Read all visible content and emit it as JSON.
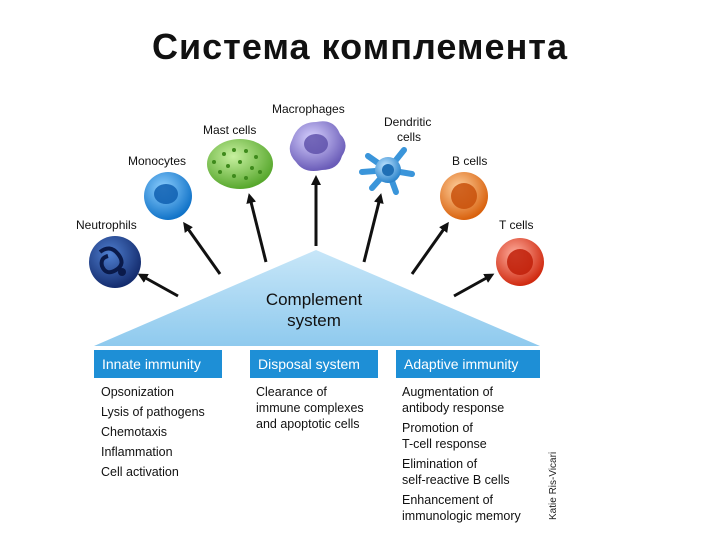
{
  "title": "Система комплемента",
  "triangle": {
    "line1": "Complement",
    "line2": "system"
  },
  "cells": {
    "neutrophils": "Neutrophils",
    "monocytes": "Monocytes",
    "mast_cells": "Mast cells",
    "macrophages": "Macrophages",
    "dendritic_line1": "Dendritic",
    "dendritic_line2": "cells",
    "b_cells": "B cells",
    "t_cells": "T cells"
  },
  "columns": [
    {
      "header": "Innate immunity",
      "items": [
        "Opsonization",
        "Lysis of pathogens",
        "Chemotaxis",
        "Inflammation",
        "Cell activation"
      ]
    },
    {
      "header": "Disposal system",
      "items": [
        "Clearance of\nimmune complexes\nand apoptotic cells"
      ]
    },
    {
      "header": "Adaptive immunity",
      "items": [
        "Augmentation of\nantibody response",
        "Promotion of\nT-cell response",
        "Elimination of\nself-reactive B cells",
        "Enhancement of\nimmunologic memory"
      ]
    }
  ],
  "credit": "Katie Ris-Vicari",
  "colors": {
    "header_blue": "#1e8fd6",
    "triangle_fill": "#a9d8f2",
    "neutrophil": "#1a3c8f",
    "monocyte": "#1e90e0",
    "mast_cell": "#7cc84a",
    "macrophage": "#8a7fd0",
    "dendritic": "#4aa3e0",
    "b_cell": "#f07a20",
    "t_cell": "#ee3a1e"
  }
}
